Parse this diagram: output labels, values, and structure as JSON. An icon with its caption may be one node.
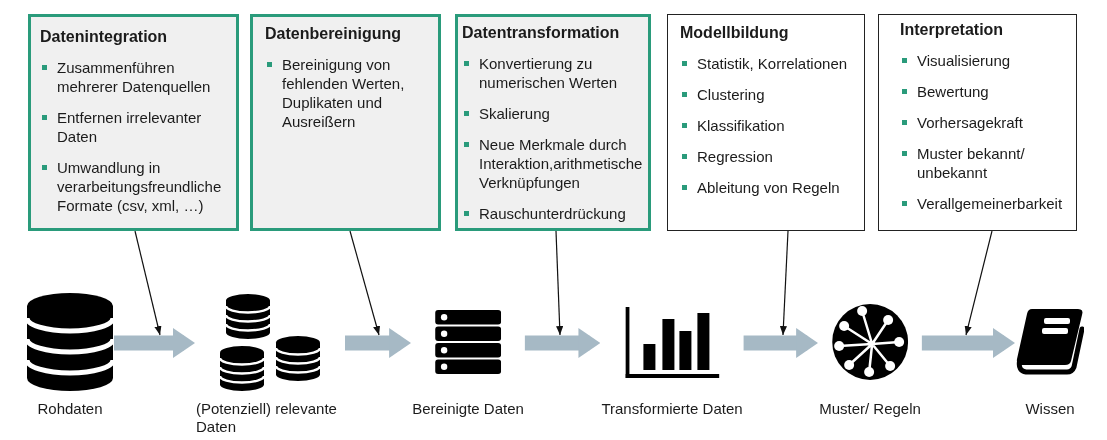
{
  "diagram": {
    "nodes": [
      {
        "text": [
          "Datenintegration",
          "Zusammenführen mehrerer Datenquellen",
          "Entfernen irrelevanter Daten",
          "Umwandlung in verarbeitungsfreundliche Formate (csv, xml, …)"
        ]
      },
      {
        "text": [
          "Datenbereinigung",
          "Bereinigung von fehlenden Werten, Duplikaten und Ausreißern"
        ]
      },
      {
        "text": [
          "Datentransformation",
          "Konvertierung zu numerischen Werten",
          "Skalierung",
          "Neue Merkmale durch Interaktion,arithmetische Verknüpfungen",
          "Rauschunterdrückung"
        ]
      },
      {
        "text": [
          "Modellbildung",
          "Statistik, Korrelationen",
          "Clustering",
          "Klassifikation",
          "Regression",
          "Ableitung von Regeln"
        ]
      },
      {
        "text": [
          "Interpretation",
          "Visualisierung",
          "Bewertung",
          "Vorhersagekraft",
          "Muster bekannt/ unbekannt",
          "Verallgemeinerbarkeit"
        ]
      },
      {
        "text": [
          "Rohdaten"
        ]
      },
      {
        "text": [
          "(Potenziell) relevante Daten"
        ]
      },
      {
        "text": [
          "Bereinigte Daten"
        ]
      },
      {
        "text": [
          "Transformierte Daten"
        ]
      },
      {
        "text": [
          "Muster/ Regeln"
        ]
      },
      {
        "text": [
          "Wissen"
        ]
      }
    ],
    "edges": [
      {
        "from": 5,
        "to": 6,
        "arrow": "to",
        "style": "thick",
        "color": "#a6b9c5"
      },
      {
        "from": 6,
        "to": 7,
        "arrow": "to",
        "style": "thick",
        "color": "#a6b9c5"
      },
      {
        "from": 7,
        "to": 8,
        "arrow": "to",
        "style": "thick",
        "color": "#a6b9c5"
      },
      {
        "from": 8,
        "to": 9,
        "arrow": "to",
        "style": "thick",
        "color": "#a6b9c5"
      },
      {
        "from": 9,
        "to": 10,
        "arrow": "to",
        "style": "thick",
        "color": "#a6b9c5"
      },
      {
        "from": 0,
        "to": null,
        "arrow": "to",
        "color": "#111111"
      },
      {
        "from": 1,
        "to": null,
        "arrow": "to",
        "color": "#111111"
      },
      {
        "from": 2,
        "to": null,
        "arrow": "to",
        "color": "#111111"
      },
      {
        "from": 3,
        "to": null,
        "arrow": "to",
        "color": "#111111"
      },
      {
        "from": 4,
        "to": null,
        "arrow": "to",
        "color": "#111111"
      }
    ]
  }
}
